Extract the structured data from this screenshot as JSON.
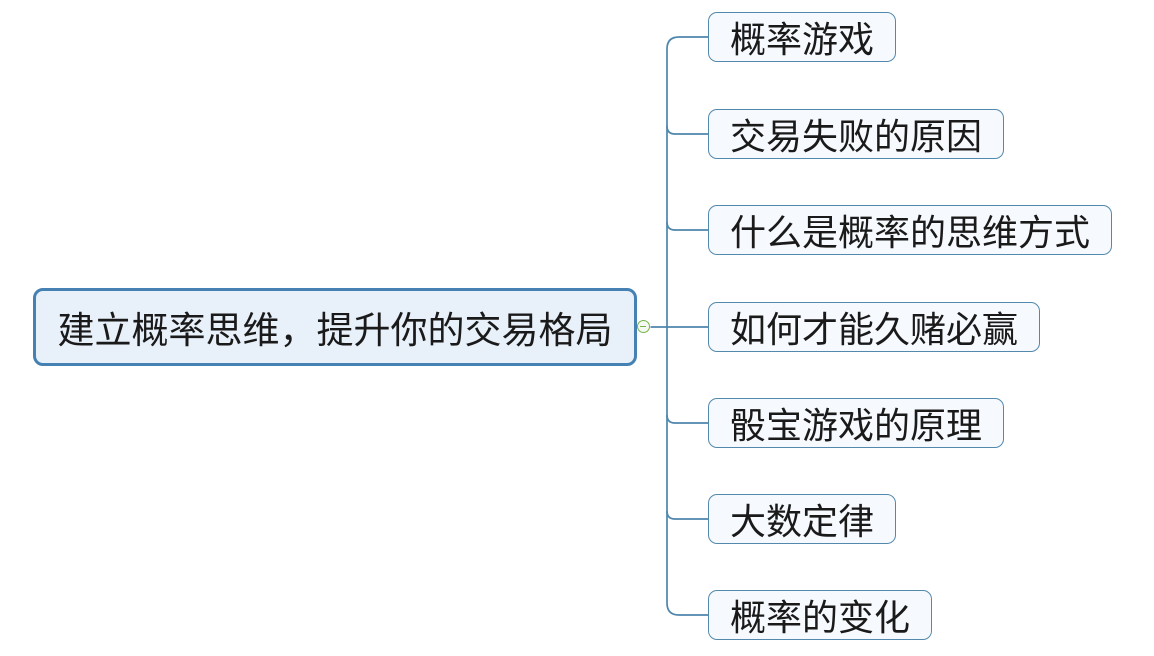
{
  "app": {
    "type": "mindmap"
  },
  "root_topic": {
    "label": "建立概率思维，提升你的交易格局"
  },
  "children": [
    {
      "label": "概率游戏"
    },
    {
      "label": "交易失败的原因"
    },
    {
      "label": "什么是概率的思维方式"
    },
    {
      "label": "如何才能久赌必赢"
    },
    {
      "label": "骰宝游戏的原理"
    },
    {
      "label": "大数定律"
    },
    {
      "label": "概率的变化"
    }
  ],
  "controls": {
    "collapse_icon": "minus-circle"
  },
  "colors": {
    "background": "#ffffff",
    "root_border": "#4581b2",
    "root_fill": "#e8f0f9",
    "child_border": "#5389ac",
    "child_fill": "#f6f9fd",
    "connector": "#4e86ad",
    "collapse_green": "#76b34c",
    "collapse_fill": "#f4faef",
    "text": "#1a1a1a"
  }
}
